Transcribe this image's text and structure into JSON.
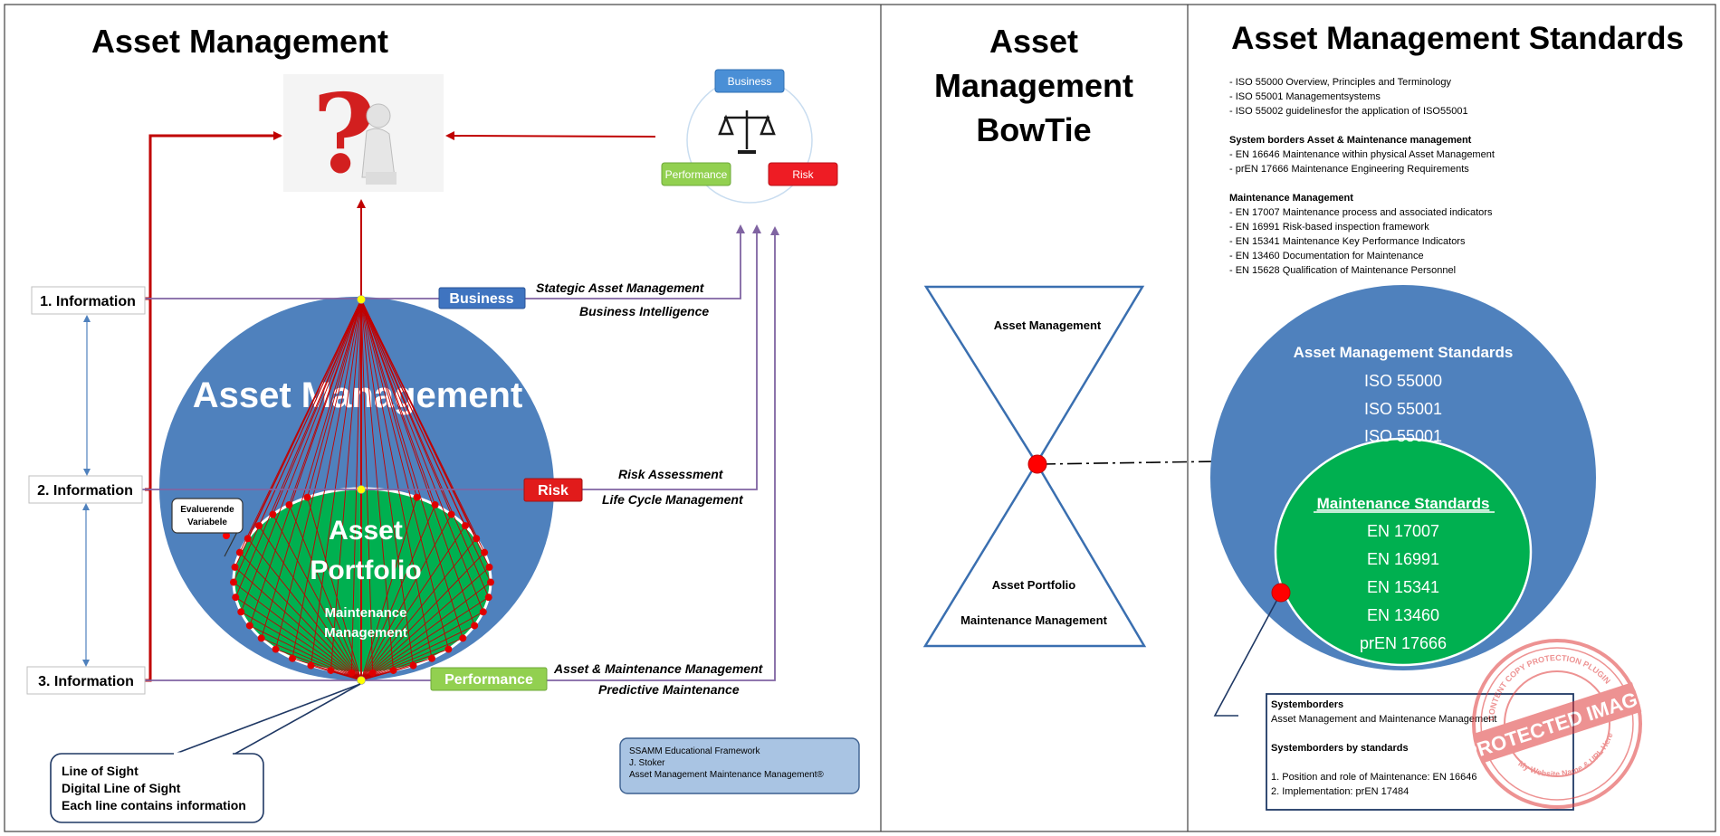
{
  "left_panel": {
    "title": "Asset Management",
    "big_circle_label": "Asset Management",
    "inner_circle": {
      "line1": "Asset",
      "line2": "Portfolio",
      "line3": "Maintenance",
      "line4": "Management"
    },
    "callout_evaluerende": {
      "line1": "Evaluerende",
      "line2": "Variabele"
    },
    "information_boxes": [
      "1. Information",
      "2. Information",
      "3. Information"
    ],
    "badges": {
      "business": "Business",
      "risk": "Risk",
      "performance": "Performance"
    },
    "line_labels": {
      "strategic": "Stategic Asset Management",
      "business_intelligence": "Business Intelligence",
      "risk_assessment": "Risk Assessment",
      "life_cycle": "Life Cycle Management",
      "asset_maintenance": "Asset & Maintenance Management",
      "predictive": "Predictive Maintenance"
    },
    "balance": {
      "business": "Business",
      "performance": "Performance",
      "risk": "Risk"
    },
    "line_of_sight": [
      "Line of Sight",
      "Digital Line of Sight",
      "Each line contains information"
    ],
    "credit": [
      "SSAMM Educational Framework",
      "J. Stoker",
      "Asset Management  Maintenance Management®"
    ]
  },
  "middle_panel": {
    "title": [
      "Asset",
      "Management",
      "BowTie"
    ],
    "top_label": "Asset Management",
    "bottom_label1": "Asset Portfolio",
    "bottom_label2": "Maintenance Management"
  },
  "right_panel": {
    "title": "Asset Management Standards",
    "iso_list": [
      "- ISO 55000 Overview, Principles and Terminology",
      "- ISO 55001 Managementsystems",
      "- ISO 55002 guidelinesfor the application of ISO55001"
    ],
    "system_borders_heading": "System borders Asset & Maintenance management",
    "system_borders_list": [
      "- EN 16646 Maintenance within physical Asset Management",
      "- prEN 17666 Maintenance Engineering Requirements"
    ],
    "maintenance_heading": "Maintenance Management",
    "maintenance_list": [
      "- EN 17007 Maintenance process and associated indicators",
      "- EN 16991 Risk-based inspection framework",
      "- EN 15341 Maintenance Key Performance Indicators",
      "- EN 13460 Documentation for Maintenance",
      "- EN 15628 Qualification of Maintenance Personnel"
    ],
    "outer_circle": {
      "heading": "Asset Management Standards",
      "items": [
        "ISO 55000",
        "ISO 55001",
        "ISO 55001"
      ]
    },
    "inner_circle": {
      "heading": "Maintenance Standards",
      "items": [
        "EN 17007",
        "EN 16991",
        "EN 15341",
        "EN 13460",
        "prEN 17666"
      ]
    },
    "systemborders_box": {
      "heading1": "Systemborders",
      "text1": "Asset Management and Maintenance Management",
      "heading2": "Systemborders by standards",
      "line1": "1. Position and role of Maintenance: EN 16646",
      "line2": "2. Implementation: prEN 17484"
    },
    "stamp": {
      "main": "PROTECTED IMAGE",
      "arc_top": "CONTENT COPY PROTECTION PLUGIN",
      "arc_bottom": "My Website Name & URL Here"
    }
  },
  "colors": {
    "blue_circle": "#4f81bd",
    "green_circle": "#00b050",
    "red": "#c00000",
    "purple": "#8064a2",
    "business_badge": "#3f74c0",
    "risk_badge": "#e11b1b",
    "performance_badge": "#92d050"
  }
}
